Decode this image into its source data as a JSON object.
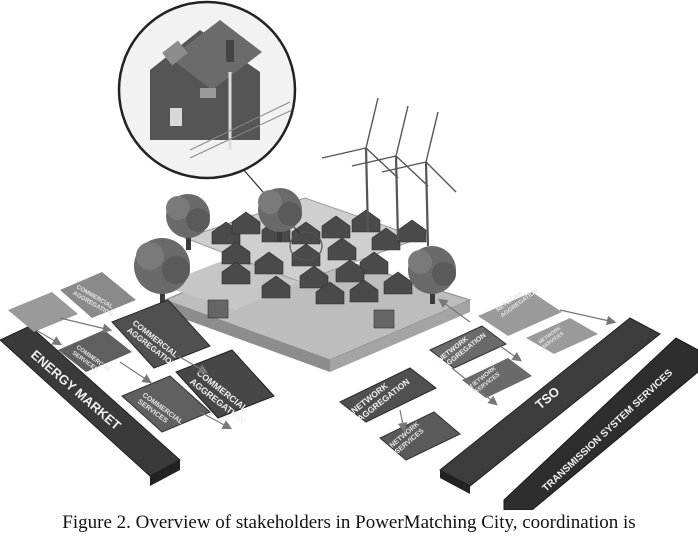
{
  "caption": "Figure 2. Overview of stakeholders in PowerMatching City, coordination is",
  "labels": {
    "energy_market": "ENERGY MARKET",
    "commercial_aggregation": "COMMERCIAL AGGREGATION",
    "commercial_services": "COMMERCIAL SERVICES",
    "network_aggregation": "NETWORK AGGREGATION",
    "network_services": "NETWORK SERVICES",
    "tso": "TSO",
    "transmission_system_services": "TRANSMISSION SYSTEM SERVICES"
  }
}
